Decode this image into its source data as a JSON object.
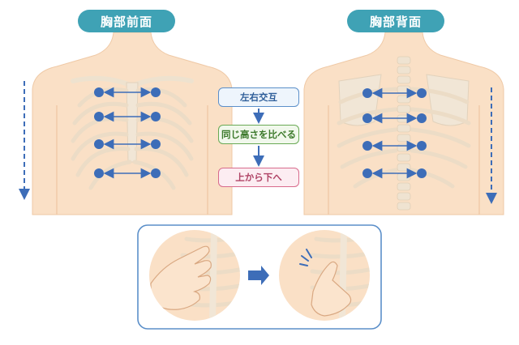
{
  "front": {
    "title": "胸部前面"
  },
  "back": {
    "title": "胸部背面"
  },
  "steps": [
    {
      "label": "左右交互"
    },
    {
      "label": "同じ高さを比べる"
    },
    {
      "label": "上から下へ"
    }
  ],
  "colors": {
    "title_bg": "#3fa2b5",
    "dot": "#3d6db8",
    "arrow": "#3d6db8",
    "skin": "#fae0c6",
    "bone": "#f1e6d6",
    "panel_border": "#5b8fc9"
  }
}
